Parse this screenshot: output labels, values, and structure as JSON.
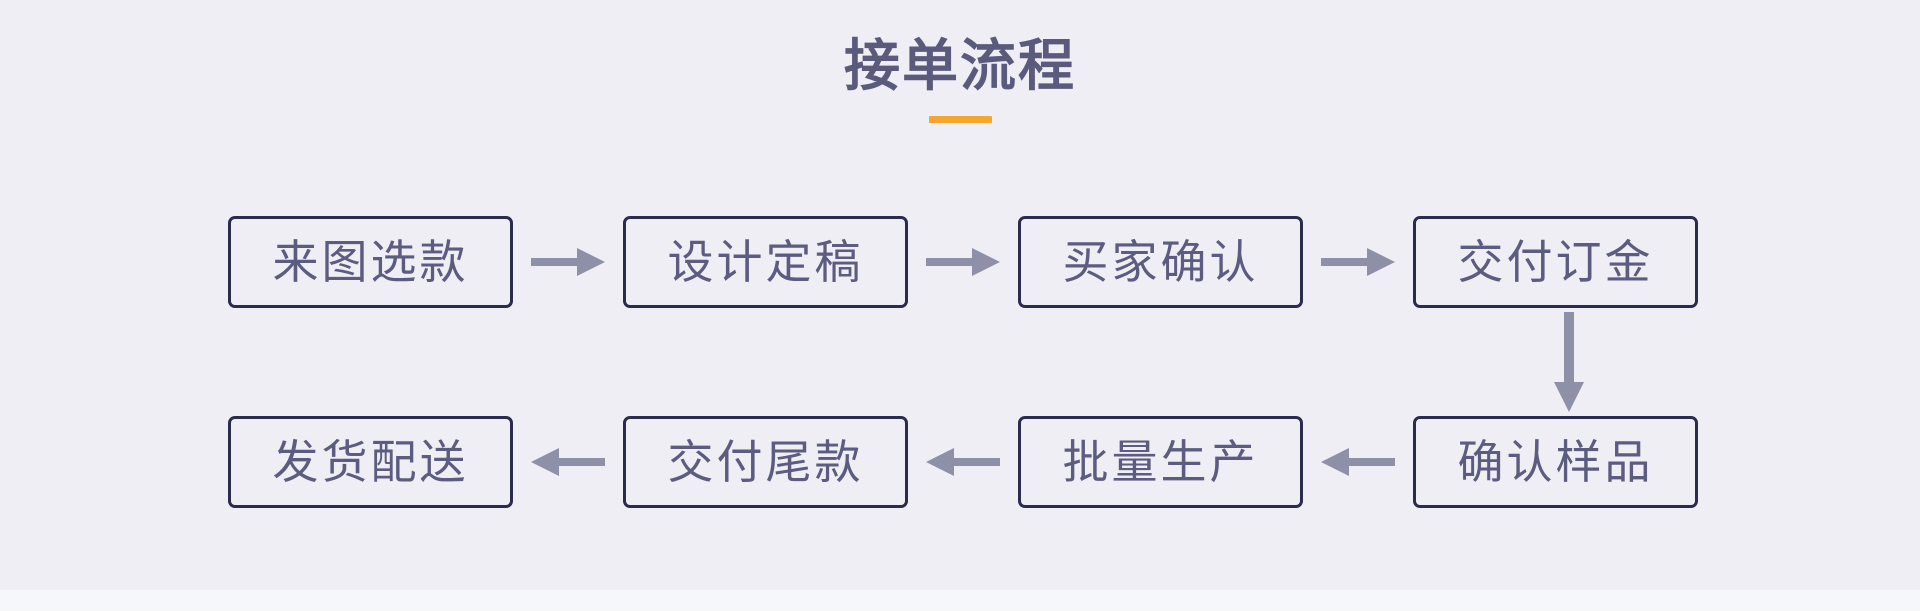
{
  "page": {
    "title": "接单流程",
    "background_color": "#eeeef4",
    "accent_color": "#f5a62c",
    "node_border_color": "#2b2b4d",
    "node_text_color": "#5c5c80",
    "arrow_color": "#8e90a8"
  },
  "flow": {
    "row_top": {
      "nodes": [
        {
          "label": "来图选款"
        },
        {
          "label": "设计定稿"
        },
        {
          "label": "买家确认"
        },
        {
          "label": "交付订金"
        }
      ],
      "connectors": [
        {
          "icon": "arrow-right-icon",
          "direction": "right"
        },
        {
          "icon": "arrow-right-icon",
          "direction": "right"
        },
        {
          "icon": "arrow-right-icon",
          "direction": "right"
        }
      ]
    },
    "row_bottom": {
      "nodes": [
        {
          "label": "发货配送"
        },
        {
          "label": "交付尾款"
        },
        {
          "label": "批量生产"
        },
        {
          "label": "确认样品"
        }
      ],
      "connectors": [
        {
          "icon": "arrow-left-icon",
          "direction": "left"
        },
        {
          "icon": "arrow-left-icon",
          "direction": "left"
        },
        {
          "icon": "arrow-left-icon",
          "direction": "left"
        }
      ]
    },
    "row_link": {
      "icon": "arrow-down-icon",
      "direction": "down",
      "from": "交付订金",
      "to": "确认样品"
    }
  }
}
